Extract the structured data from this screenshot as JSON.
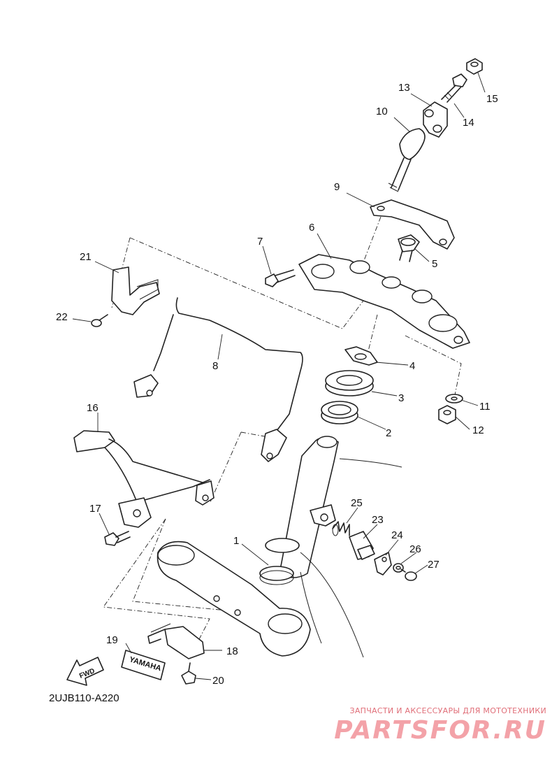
{
  "diagram_code": "2UJB110-A220",
  "callouts": [
    "1",
    "2",
    "3",
    "4",
    "5",
    "6",
    "7",
    "8",
    "9",
    "10",
    "11",
    "12",
    "13",
    "14",
    "15",
    "16",
    "17",
    "18",
    "19",
    "20",
    "21",
    "22",
    "23",
    "24",
    "25",
    "26",
    "27"
  ],
  "labels": {
    "fwd": "FWD",
    "brand": "YAMAHA"
  },
  "watermark": {
    "caption": "ЗАПЧАСТИ И АКСЕССУАРЫ ДЛЯ МОТОТЕХНИКИ",
    "logo": "PARTSFOR.RU"
  },
  "colors": {
    "line": "#222222",
    "watermark_caption": "#e06e78",
    "watermark_logo": "#f3a2a8"
  }
}
